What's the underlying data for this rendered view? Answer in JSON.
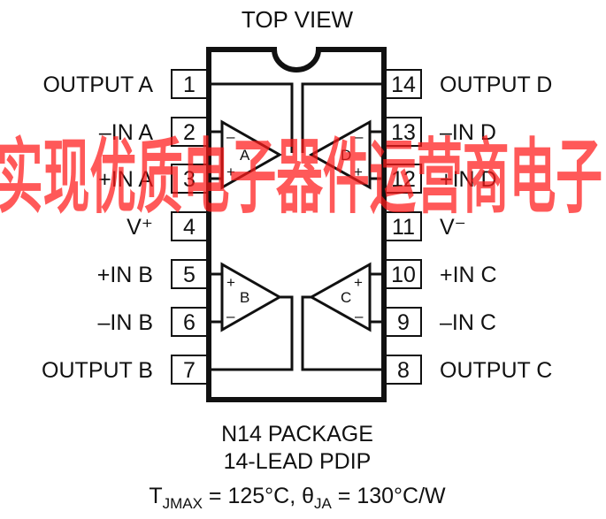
{
  "title": "TOP VIEW",
  "pins_left": [
    {
      "num": "1",
      "label": "OUTPUT A"
    },
    {
      "num": "2",
      "label": "–IN A"
    },
    {
      "num": "3",
      "label": "+IN A"
    },
    {
      "num": "4",
      "label": "V⁺"
    },
    {
      "num": "5",
      "label": "+IN B"
    },
    {
      "num": "6",
      "label": "–IN B"
    },
    {
      "num": "7",
      "label": "OUTPUT B"
    }
  ],
  "pins_right": [
    {
      "num": "14",
      "label": "OUTPUT D"
    },
    {
      "num": "13",
      "label": "–IN D"
    },
    {
      "num": "12",
      "label": "+IN D"
    },
    {
      "num": "11",
      "label": "V⁻"
    },
    {
      "num": "10",
      "label": "+IN C"
    },
    {
      "num": "9",
      "label": "–IN C"
    },
    {
      "num": "8",
      "label": "OUTPUT C"
    }
  ],
  "amplifiers": {
    "a": "A",
    "b": "B",
    "c": "C",
    "d": "D"
  },
  "input_signs": {
    "minus": "–",
    "plus": "+"
  },
  "package": {
    "line1": "N14 PACKAGE",
    "line2": "14-LEAD PDIP",
    "tj_main": "T",
    "tj_sub": "JMAX",
    "tj_value": " = 125°C, θ",
    "theta_sub": "JA",
    "theta_value": " = 130°C/W"
  },
  "watermark": "实现优质电子器件运营商电子",
  "colors": {
    "ink": "#111111",
    "watermark": "#ff1a1a",
    "background": "#ffffff"
  }
}
